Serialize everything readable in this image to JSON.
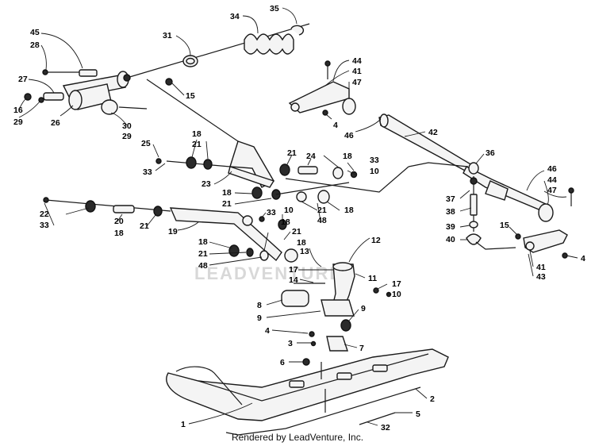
{
  "footer": "Rendered by LeadVenture, Inc.",
  "watermark": "LEADVENTURE",
  "callouts": {
    "c1": "1",
    "c2": "2",
    "c3": "3",
    "c4a": "4",
    "c5": "5",
    "c6": "6",
    "c7": "7",
    "c8": "8",
    "c9a": "9",
    "c9b": "9",
    "c10a": "10",
    "c10b": "10",
    "c10c": "10",
    "c11": "11",
    "c12": "12",
    "c13": "13",
    "c14": "14",
    "c15a": "15",
    "c15b": "15",
    "c16": "16",
    "c17a": "17",
    "c17b": "17",
    "c18a": "18",
    "c18b": "18",
    "c18c": "18",
    "c18d": "18",
    "c18e": "18",
    "c18f": "18",
    "c18g": "18",
    "c19": "19",
    "c20": "20",
    "c21a": "21",
    "c21b": "21",
    "c21c": "21",
    "c21d": "21",
    "c21e": "21",
    "c21f": "21",
    "c21g": "21",
    "c22": "22",
    "c23": "23",
    "c24": "24",
    "c25": "25",
    "c26": "26",
    "c27": "27",
    "c28": "28",
    "c29a": "29",
    "c29b": "29",
    "c30": "30",
    "c31": "31",
    "c32": "32",
    "c33a": "33",
    "c33b": "33",
    "c33c": "33",
    "c33d": "33",
    "c34": "34",
    "c35": "35",
    "c36": "36",
    "c37": "37",
    "c38": "38",
    "c39": "39",
    "c40": "40",
    "c41a": "41",
    "c41b": "41",
    "c42": "42",
    "c43": "43",
    "c44a": "44",
    "c44b": "44",
    "c45": "45",
    "c46a": "46",
    "c46b": "46",
    "c47a": "47",
    "c47b": "47",
    "c48a": "48",
    "c48b": "48",
    "c48c": "48",
    "c4b": "4",
    "c4c": "4"
  }
}
